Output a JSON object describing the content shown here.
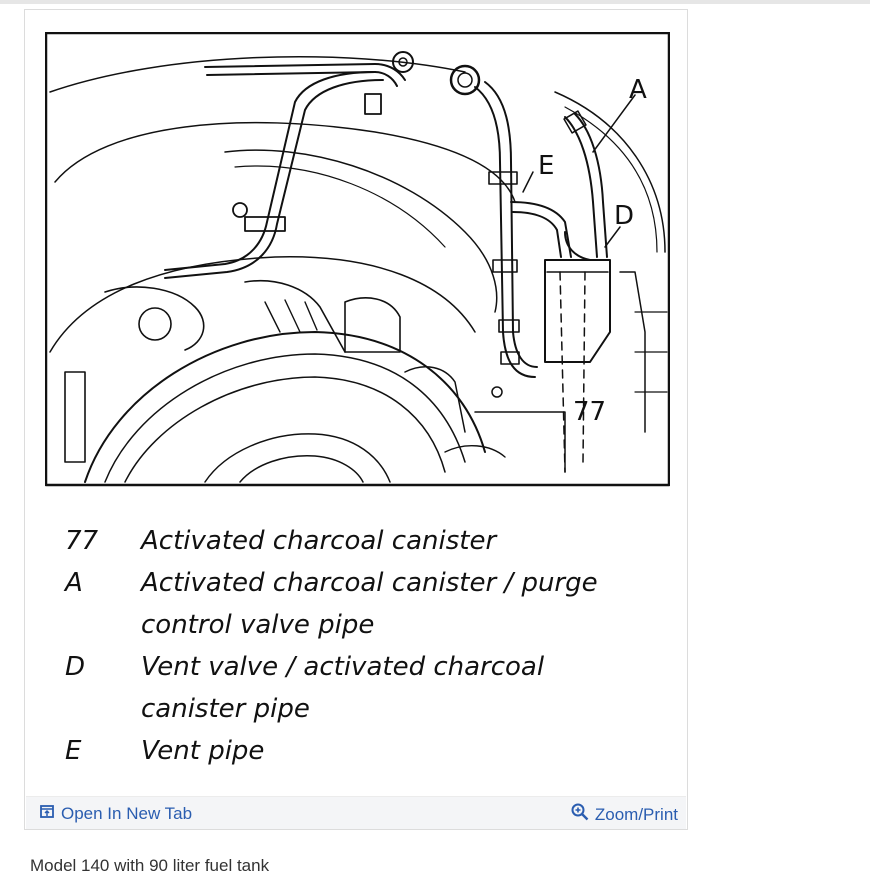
{
  "figure": {
    "callouts": {
      "a": "A",
      "e": "E",
      "d": "D",
      "n77": "77"
    }
  },
  "legend": [
    {
      "key": "77",
      "lines": [
        "Activated charcoal canister"
      ]
    },
    {
      "key": "A",
      "lines": [
        "Activated charcoal canister / purge",
        "control valve pipe"
      ]
    },
    {
      "key": "D",
      "lines": [
        "Vent valve / activated charcoal",
        "canister pipe"
      ]
    },
    {
      "key": "E",
      "lines": [
        "Vent pipe"
      ]
    }
  ],
  "toolbar": {
    "open_label": "Open In New Tab",
    "open_icon": "open-in-new-tab-icon",
    "zoom_label": "Zoom/Print",
    "zoom_icon": "magnifier-zoom-icon",
    "link_color": "#2a5db0"
  },
  "caption": "Model 140 with 90 liter fuel tank"
}
